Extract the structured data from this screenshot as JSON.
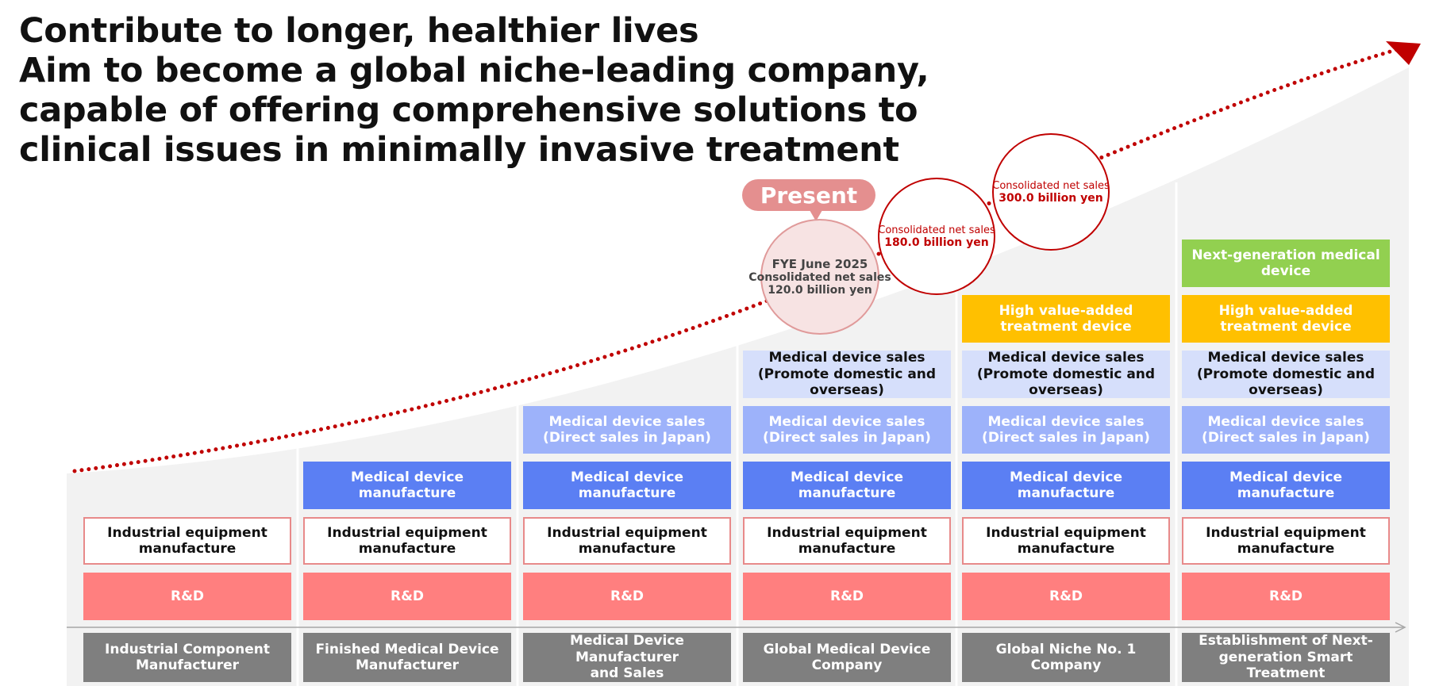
{
  "title_lines": [
    "Contribute to longer, healthier lives",
    "Aim to become a global niche-leading company,",
    "capable of offering comprehensive solutions to",
    "clinical issues in minimally invasive treatment"
  ],
  "present_label": "Present",
  "milestones": [
    {
      "period": "FYE June 2025",
      "label": "Consolidated net sales",
      "value": "120.0 billion yen"
    },
    {
      "label": "Consolidated net sales",
      "value": "180.0 billion yen"
    },
    {
      "label": "Consolidated net sales",
      "value": "300.0 billion yen"
    }
  ],
  "stages": [
    "Industrial Component Manufacturer",
    "Finished Medical Device Manufacturer",
    "Medical Device\nManufacturer\nand Sales",
    "Global Medical Device Company",
    "Global Niche No. 1 Company",
    "Establishment of Next-generation Smart Treatment"
  ],
  "categories": {
    "rd": "R&D",
    "industrial": "Industrial equipment manufacture",
    "manufacture": "Medical device manufacture",
    "direct_sales": "Medical device sales\n(Direct sales in Japan)",
    "promote_sales": "Medical device sales\n(Promote domestic and overseas)",
    "high_value": "High value-added treatment device",
    "next_gen": "Next-generation medical device"
  },
  "columns": [
    [
      "rd",
      "industrial"
    ],
    [
      "rd",
      "industrial",
      "manufacture"
    ],
    [
      "rd",
      "industrial",
      "manufacture",
      "direct_sales"
    ],
    [
      "rd",
      "industrial",
      "manufacture",
      "direct_sales",
      "promote_sales"
    ],
    [
      "rd",
      "industrial",
      "manufacture",
      "direct_sales",
      "promote_sales",
      "high_value"
    ],
    [
      "rd",
      "industrial",
      "manufacture",
      "direct_sales",
      "promote_sales",
      "high_value",
      "next_gen"
    ]
  ],
  "colors": {
    "growth_line": "#c00000",
    "background_wedge": "#f2f2f2",
    "rd": "#ff7f7f",
    "manufacture": "#5b7ff3",
    "direct_sales": "#9db2fa",
    "promote_sales": "#d6dffb",
    "high_value": "#ffc000",
    "next_gen": "#92d050",
    "stage": "#7f7f7f"
  }
}
